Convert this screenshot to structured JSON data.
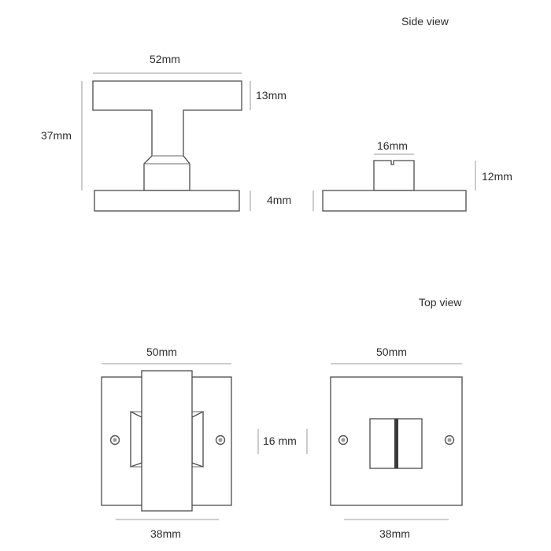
{
  "views": {
    "side_title": "Side view",
    "top_title": "Top view"
  },
  "side_view": {
    "turn_width": "52mm",
    "turn_bar_height": "13mm",
    "overall_height": "37mm",
    "rose_thickness": "4mm",
    "spindle_width": "16mm",
    "spindle_height": "12mm"
  },
  "top_view": {
    "turn_rose_width": "50mm",
    "turn_plate_width": "38mm",
    "release_rose_width": "50mm",
    "release_plate_width": "38mm",
    "bar_width": "16 mm"
  },
  "colors": {
    "outline": "#4a4a4a",
    "dimension_line": "#9a9a9a",
    "text": "#2e2e2e",
    "indicator_bar": "#3a3a3a"
  }
}
